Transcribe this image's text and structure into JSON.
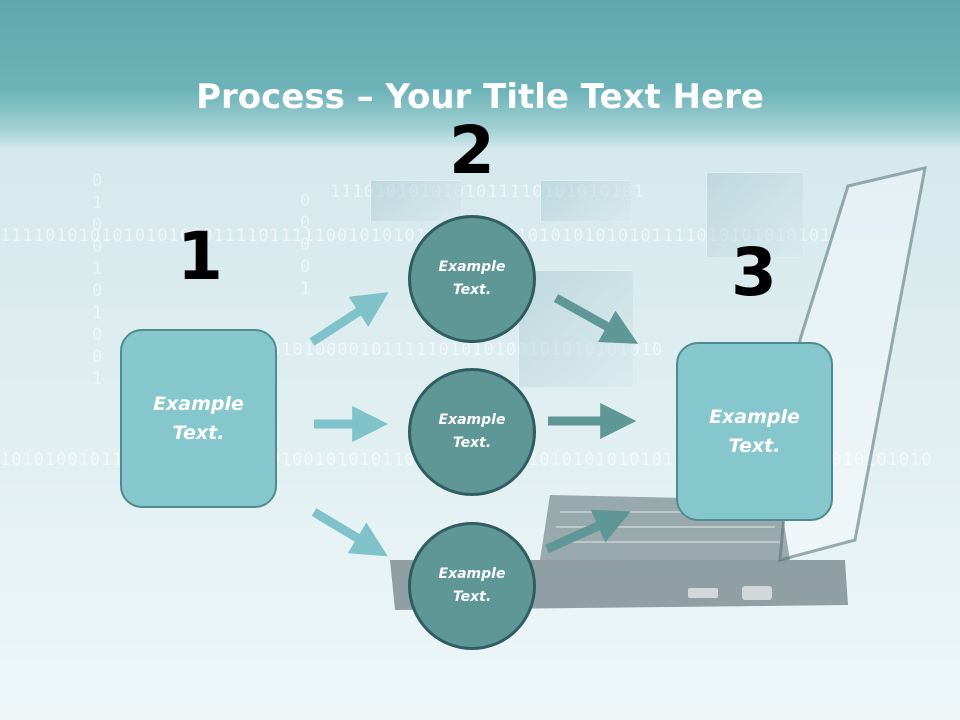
{
  "slide": {
    "title_bold": "Process",
    "title_rest": " – Your Title Text Here",
    "steps": [
      {
        "number": "1"
      },
      {
        "number": "2"
      },
      {
        "number": "3"
      }
    ],
    "left_box": {
      "text": "Example Text."
    },
    "circles": [
      {
        "text": "Example Text."
      },
      {
        "text": "Example Text."
      },
      {
        "text": "Example Text."
      }
    ],
    "right_box": {
      "text": "Example Text."
    }
  },
  "colors": {
    "header": "#6db3b8",
    "box_fill": "#86c6cd",
    "box_border": "#4f8c91",
    "circle_fill": "#5f9696",
    "circle_border": "#2f5d61",
    "arrow_light": "#7fc2c9",
    "arrow_dark": "#5f9696"
  }
}
